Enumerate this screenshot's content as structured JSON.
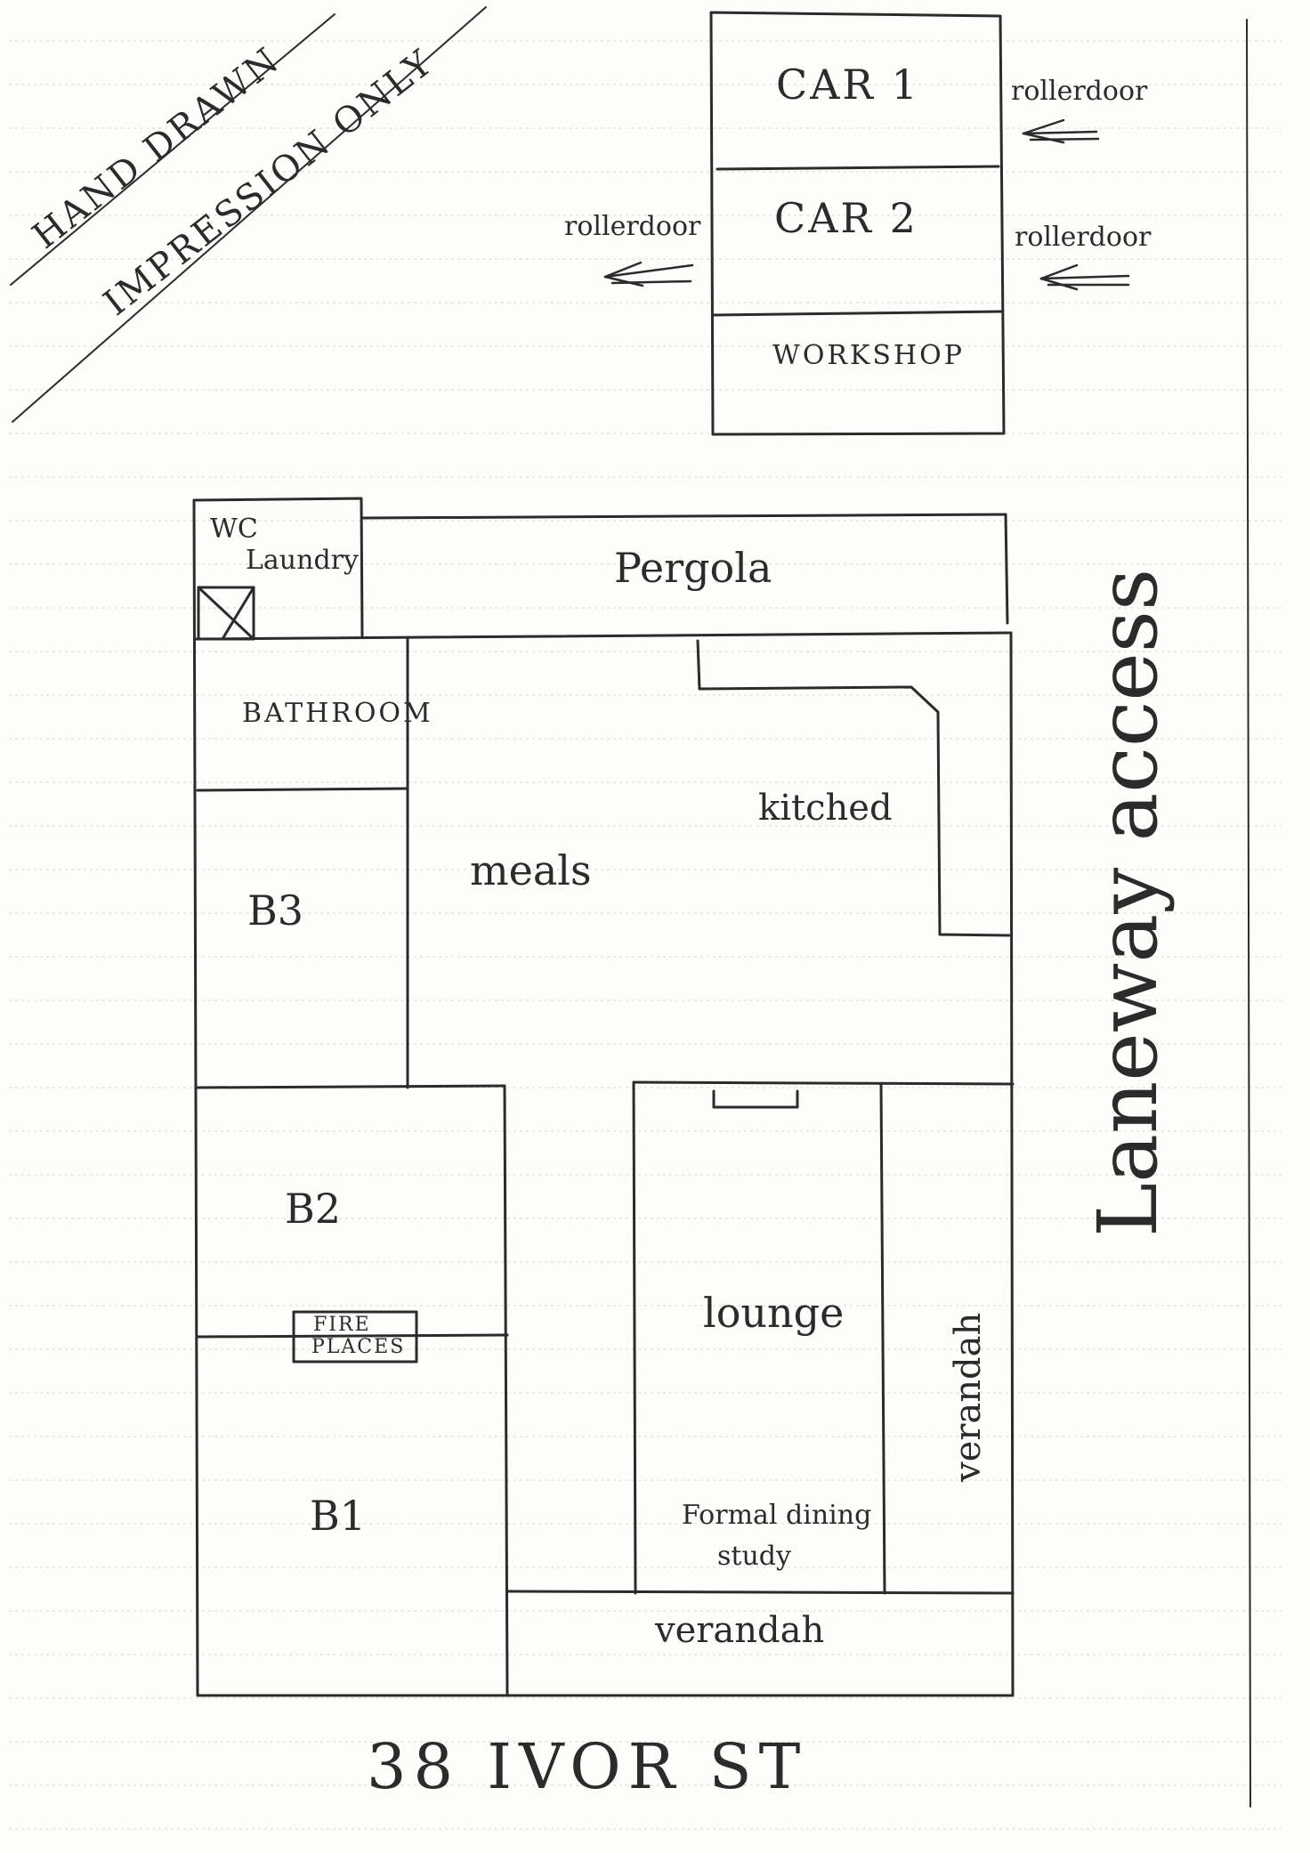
{
  "stamp": {
    "line1": "HAND DRAWN",
    "line2": "IMPRESSION ONLY"
  },
  "garage": {
    "car1": "CAR 1",
    "car2": "CAR 2",
    "workshop": "WORKSHOP",
    "door_right_top": "rollerdoor",
    "door_right_mid": "rollerdoor",
    "door_left": "rollerdoor"
  },
  "rooms": {
    "wc_laundry_line1": "WC",
    "wc_laundry_line2": "Laundry",
    "pergola": "Pergola",
    "bathroom": "BATHROOM",
    "kitchen": "kitched",
    "meals": "meals",
    "b3": "B3",
    "b2": "B2",
    "fireplaces_line1": "FIRE",
    "fireplaces_line2": "PLACES",
    "b1": "B1",
    "lounge": "lounge",
    "formal_line1": "Formal dining",
    "formal_line2": "study",
    "verandah_side": "verandah",
    "verandah_front": "verandah"
  },
  "laneway": "Laneway access",
  "address": "38 IVOR ST",
  "colors": {
    "ink": "#2b2b2b",
    "ruled": "#d6d6d2",
    "paper": "#fdfdfb"
  }
}
